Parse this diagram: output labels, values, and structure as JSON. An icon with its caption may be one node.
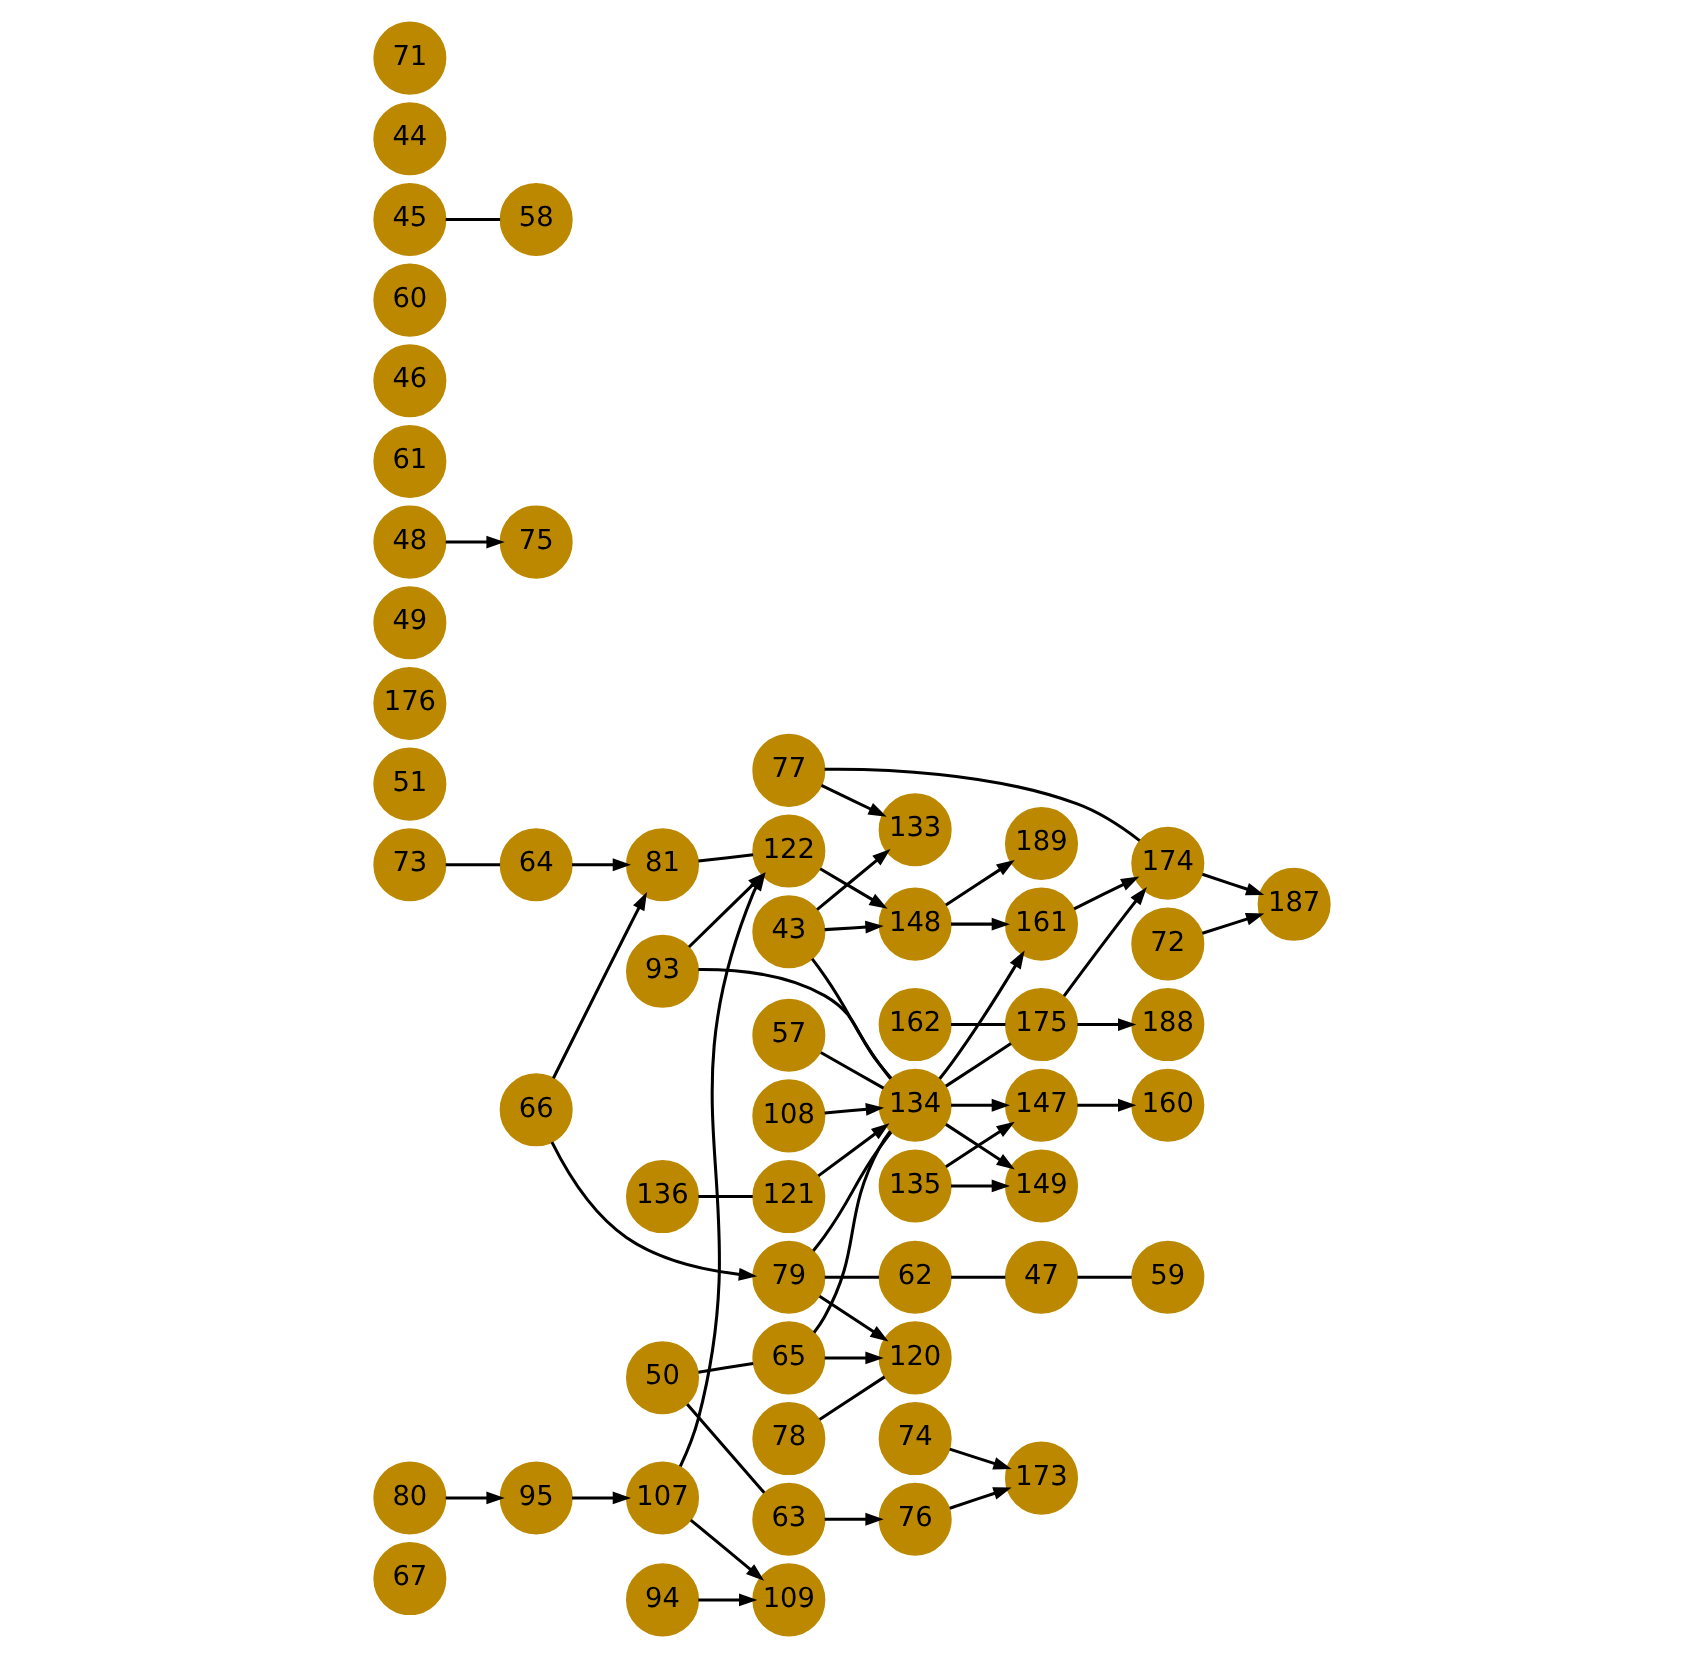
{
  "diagram": {
    "nodes": [
      {
        "text": [
          "67"
        ]
      },
      {
        "text": [
          "81"
        ]
      },
      {
        "text": [
          "95"
        ]
      },
      {
        "text": [
          "109"
        ]
      },
      {
        "text": [
          "66"
        ]
      },
      {
        "text": [
          "80"
        ]
      },
      {
        "text": [
          "94"
        ]
      },
      {
        "text": [
          "108"
        ]
      },
      {
        "text": [
          "122"
        ]
      },
      {
        "text": [
          "136"
        ]
      },
      {
        "text": [
          "51"
        ]
      },
      {
        "text": [
          "65"
        ]
      },
      {
        "text": [
          "79"
        ]
      },
      {
        "text": [
          "93"
        ]
      },
      {
        "text": [
          "107"
        ]
      },
      {
        "text": [
          "121"
        ]
      },
      {
        "text": [
          "135"
        ]
      },
      {
        "text": [
          "149"
        ]
      },
      {
        "text": [
          "50"
        ]
      },
      {
        "text": [
          "64"
        ]
      },
      {
        "text": [
          "78"
        ]
      },
      {
        "text": [
          "120"
        ]
      },
      {
        "text": [
          "134"
        ]
      },
      {
        "text": [
          "148"
        ]
      },
      {
        "text": [
          "162"
        ]
      },
      {
        "text": [
          "176"
        ]
      },
      {
        "text": [
          "49"
        ]
      },
      {
        "text": [
          "63"
        ]
      },
      {
        "text": [
          "77"
        ]
      },
      {
        "text": [
          "133"
        ]
      },
      {
        "text": [
          "147"
        ]
      },
      {
        "text": [
          "161"
        ]
      },
      {
        "text": [
          "175"
        ]
      },
      {
        "text": [
          "189"
        ]
      },
      {
        "text": [
          "48"
        ]
      },
      {
        "text": [
          "62"
        ]
      },
      {
        "text": [
          "76"
        ]
      },
      {
        "text": [
          "160"
        ]
      },
      {
        "text": [
          "174"
        ]
      },
      {
        "text": [
          "188"
        ]
      },
      {
        "text": [
          "47"
        ]
      },
      {
        "text": [
          "61"
        ]
      },
      {
        "text": [
          "75"
        ]
      },
      {
        "text": [
          "173"
        ]
      },
      {
        "text": [
          "187"
        ]
      },
      {
        "text": [
          "46"
        ]
      },
      {
        "text": [
          "60"
        ]
      },
      {
        "text": [
          "74"
        ]
      },
      {
        "text": [
          "45"
        ]
      },
      {
        "text": [
          "59"
        ]
      },
      {
        "text": [
          "73"
        ]
      },
      {
        "text": [
          "44"
        ]
      },
      {
        "text": [
          "58"
        ]
      },
      {
        "text": [
          "72"
        ]
      },
      {
        "text": [
          "43"
        ]
      },
      {
        "text": [
          "57"
        ]
      },
      {
        "text": [
          "71"
        ]
      }
    ],
    "edges": [
      {
        "from": 4,
        "to": 1,
        "arrow": "to"
      },
      {
        "from": 4,
        "to": 12,
        "arrow": "to"
      },
      {
        "from": 19,
        "to": 1,
        "arrow": "to"
      },
      {
        "from": 5,
        "to": 2,
        "arrow": "to"
      },
      {
        "from": 6,
        "to": 3,
        "arrow": "to"
      },
      {
        "from": 14,
        "to": 3,
        "arrow": "to"
      },
      {
        "from": 2,
        "to": 14,
        "arrow": "to"
      },
      {
        "from": 1,
        "to": 8,
        "arrow": "none"
      },
      {
        "from": 13,
        "to": 8,
        "arrow": "to"
      },
      {
        "from": 14,
        "to": 8,
        "arrow": "to"
      },
      {
        "from": 7,
        "to": 22,
        "arrow": "to"
      },
      {
        "from": 8,
        "to": 23,
        "arrow": "to"
      },
      {
        "from": 15,
        "to": 22,
        "arrow": "to"
      },
      {
        "from": 11,
        "to": 21,
        "arrow": "to"
      },
      {
        "from": 12,
        "to": 21,
        "arrow": "to"
      },
      {
        "from": 12,
        "to": 22,
        "arrow": "none"
      },
      {
        "from": 11,
        "to": 22,
        "arrow": "none"
      },
      {
        "from": 13,
        "to": 22,
        "arrow": "none"
      },
      {
        "from": 20,
        "to": 21,
        "arrow": "none"
      },
      {
        "from": 18,
        "to": 11,
        "arrow": "none"
      },
      {
        "from": 18,
        "to": 27,
        "arrow": "none"
      },
      {
        "from": 27,
        "to": 36,
        "arrow": "to"
      },
      {
        "from": 12,
        "to": 35,
        "arrow": "none"
      },
      {
        "from": 34,
        "to": 42,
        "arrow": "to"
      },
      {
        "from": 50,
        "to": 19,
        "arrow": "none"
      },
      {
        "from": 28,
        "to": 29,
        "arrow": "to"
      },
      {
        "from": 28,
        "to": 38,
        "arrow": "none"
      },
      {
        "from": 36,
        "to": 43,
        "arrow": "to"
      },
      {
        "from": 47,
        "to": 43,
        "arrow": "to"
      },
      {
        "from": 53,
        "to": 44,
        "arrow": "to"
      },
      {
        "from": 54,
        "to": 29,
        "arrow": "to"
      },
      {
        "from": 54,
        "to": 22,
        "arrow": "none"
      },
      {
        "from": 54,
        "to": 23,
        "arrow": "to"
      },
      {
        "from": 55,
        "to": 22,
        "arrow": "none"
      },
      {
        "from": 48,
        "to": 52,
        "arrow": "none"
      },
      {
        "from": 40,
        "to": 49,
        "arrow": "none"
      },
      {
        "from": 35,
        "to": 40,
        "arrow": "none"
      },
      {
        "from": 16,
        "to": 17,
        "arrow": "to"
      },
      {
        "from": 22,
        "to": 17,
        "arrow": "to"
      },
      {
        "from": 22,
        "to": 30,
        "arrow": "to"
      },
      {
        "from": 22,
        "to": 31,
        "arrow": "to"
      },
      {
        "from": 23,
        "to": 31,
        "arrow": "to"
      },
      {
        "from": 30,
        "to": 37,
        "arrow": "to"
      },
      {
        "from": 31,
        "to": 38,
        "arrow": "to"
      },
      {
        "from": 22,
        "to": 32,
        "arrow": "none"
      },
      {
        "from": 23,
        "to": 33,
        "arrow": "to"
      },
      {
        "from": 24,
        "to": 32,
        "arrow": "none"
      },
      {
        "from": 32,
        "to": 38,
        "arrow": "to"
      },
      {
        "from": 38,
        "to": 44,
        "arrow": "to"
      },
      {
        "from": 32,
        "to": 39,
        "arrow": "to"
      },
      {
        "from": 9,
        "to": 15,
        "arrow": "none"
      },
      {
        "from": 16,
        "to": 30,
        "arrow": "to"
      }
    ]
  }
}
